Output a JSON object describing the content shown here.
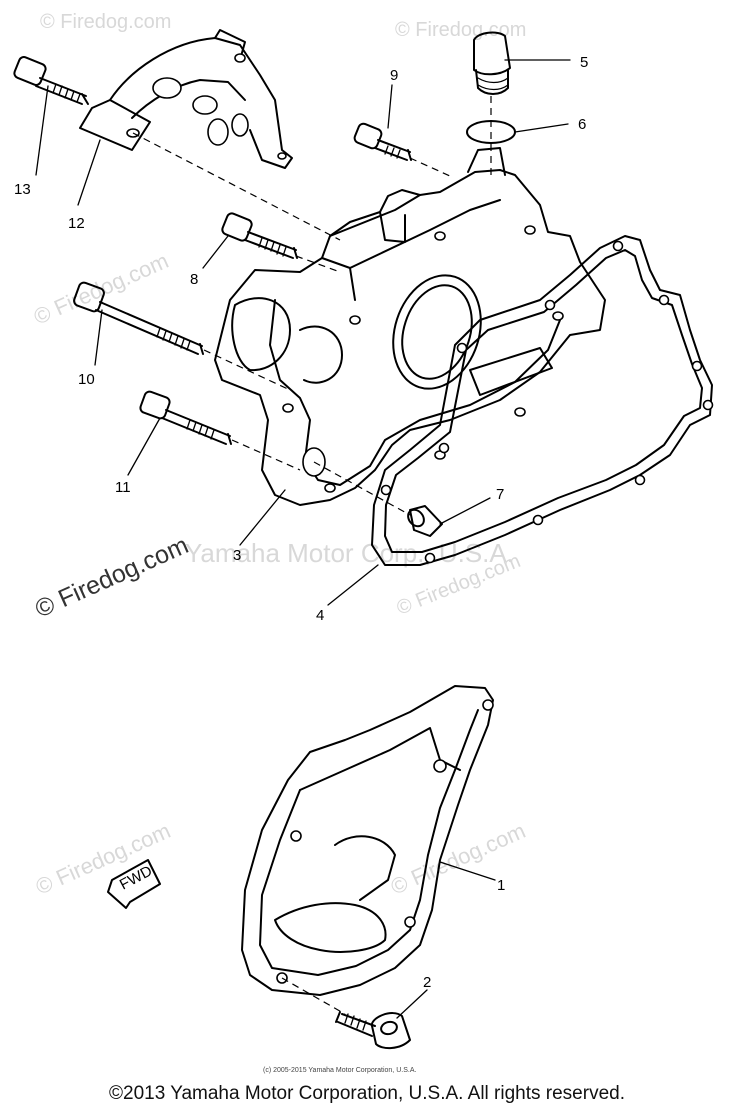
{
  "watermarks": {
    "firedog": "© Firedog.com",
    "yamaha": "Yamaha Motor Corp., U.S.A."
  },
  "fwd_label": "FWD",
  "small_copyright": "(c) 2005-2015 Yamaha Motor Corporation, U.S.A.",
  "footer": "©2013 Yamaha Motor Corporation, U.S.A. All rights reserved.",
  "callouts": {
    "c1": "1",
    "c2": "2",
    "c3": "3",
    "c4": "4",
    "c5": "5",
    "c6": "6",
    "c7": "7",
    "c8": "8",
    "c9": "9",
    "c10": "10",
    "c11": "11",
    "c12": "12",
    "c13": "13"
  }
}
